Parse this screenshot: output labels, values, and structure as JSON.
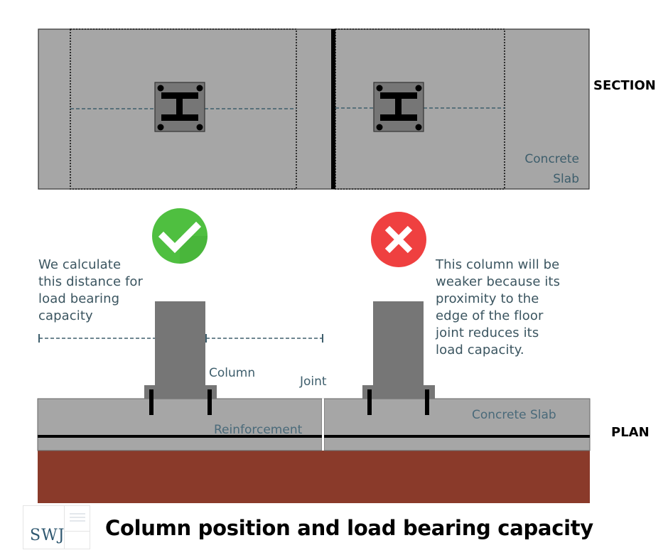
{
  "colors": {
    "slab": "#a6a6a6",
    "column": "#767676",
    "steel": "#000000",
    "ground": "#8a3a2a",
    "dim_line": "#3e5e6c",
    "ok": "#4fbf40",
    "bad": "#ef4040",
    "text": "#3b5560"
  },
  "section": {
    "label": "SECTION",
    "slab_label_line1": "Concrete",
    "slab_label_line2": "Slab",
    "columns": [
      {
        "name": "left-column-section",
        "icon": "i-beam-icon"
      },
      {
        "name": "right-column-section",
        "icon": "i-beam-icon"
      }
    ]
  },
  "status": {
    "good_icon": "check-circle-icon",
    "bad_icon": "x-circle-icon"
  },
  "notes": {
    "good": [
      "We calculate",
      "this distance for",
      "load bearing",
      "capacity"
    ],
    "bad": [
      "This column will be",
      "weaker because its",
      "proximity to the",
      "edge of the floor",
      "joint reduces its",
      "load capacity."
    ]
  },
  "plan": {
    "label": "PLAN",
    "column_label": "Column",
    "joint_label": "Joint",
    "reinforcement_label": "Reinforcement",
    "slab_label": "Concrete Slab"
  },
  "footer": {
    "logo_text": "SWJ",
    "logo_icon": "swj-logo",
    "title": "Column position and load bearing capacity"
  }
}
